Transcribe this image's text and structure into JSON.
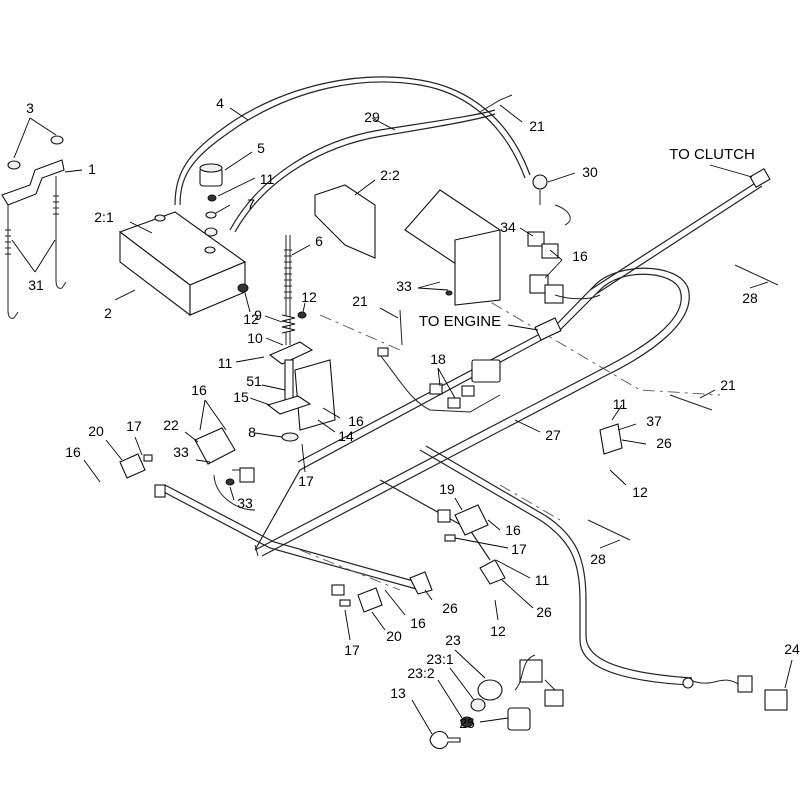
{
  "labels": {
    "p1": "1",
    "p2": "2",
    "p2_1": "2:1",
    "p2_2": "2:2",
    "p3": "3",
    "p4": "4",
    "p5": "5",
    "p6": "6",
    "p7": "7",
    "p8": "8",
    "p9": "9",
    "p10": "10",
    "p11a": "11",
    "p11b": "11",
    "p11c": "11",
    "p11d": "11",
    "p12a": "12",
    "p12b": "12",
    "p12c": "12",
    "p12d": "12",
    "p13": "13",
    "p14": "14",
    "p15": "15",
    "p16a": "16",
    "p16b": "16",
    "p16c": "16",
    "p16d": "16",
    "p16e": "16",
    "p16f": "16",
    "p17a": "17",
    "p17b": "17",
    "p17c": "17",
    "p17d": "17",
    "p18": "18",
    "p19": "19",
    "p20a": "20",
    "p20b": "20",
    "p21a": "21",
    "p21b": "21",
    "p21c": "21",
    "p22": "22",
    "p23": "23",
    "p23_1": "23:1",
    "p23_2": "23:2",
    "p24": "24",
    "p25": "25",
    "p26a": "26",
    "p26b": "26",
    "p26c": "26",
    "p27": "27",
    "p28a": "28",
    "p28b": "28",
    "p29": "29",
    "p30": "30",
    "p31": "31",
    "p33a": "33",
    "p33b": "33",
    "p33c": "33",
    "p34": "34",
    "p37": "37",
    "p51": "51"
  },
  "notes": {
    "to_clutch": "TO CLUTCH",
    "to_engine": "TO ENGINE"
  }
}
